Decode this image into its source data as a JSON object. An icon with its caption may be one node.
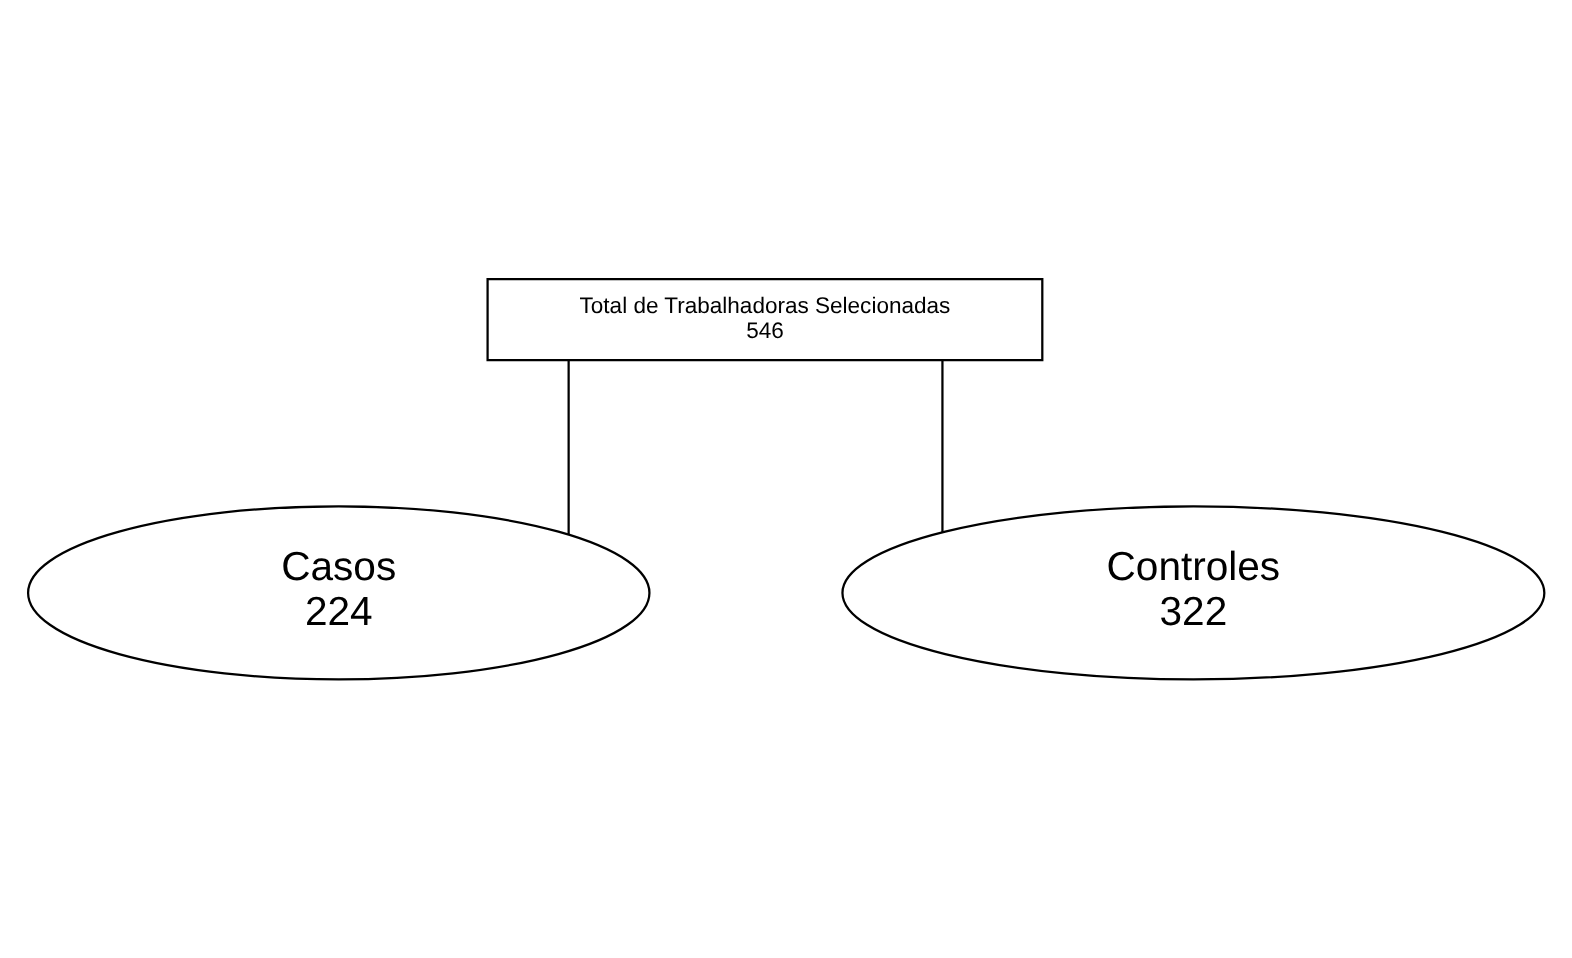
{
  "diagram": {
    "nodes": [
      {
        "text": [
          "Total de Trabalhadoras Selecionadas",
          "546"
        ]
      },
      {
        "text": [
          "Casos",
          "224"
        ]
      },
      {
        "text": [
          "Controles",
          "322"
        ]
      }
    ],
    "edges": [
      {
        "from": 0,
        "to": 1,
        "arrow": "none"
      },
      {
        "from": 0,
        "to": 2,
        "arrow": "none"
      }
    ]
  }
}
